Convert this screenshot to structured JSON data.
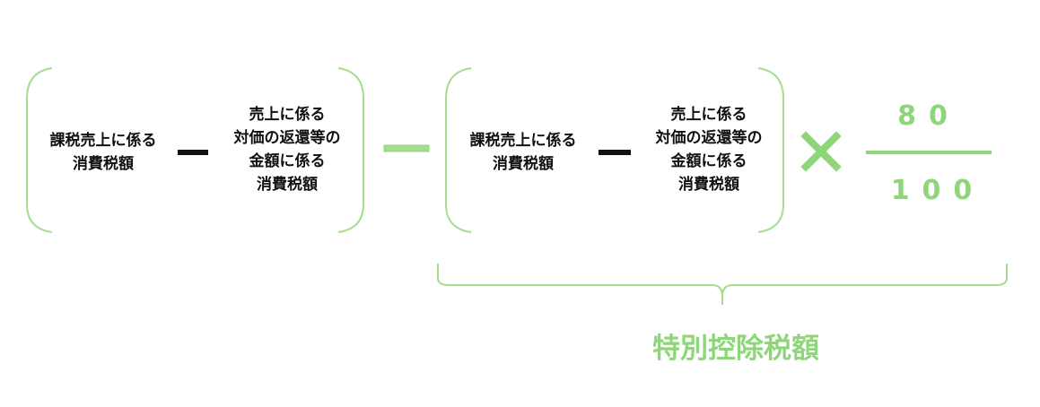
{
  "group1": {
    "left_text": [
      "課税売上に係る",
      "消費税額"
    ],
    "right_text": [
      "売上に係る",
      "対価の返還等の",
      "金額に係る",
      "消費税額"
    ]
  },
  "group2": {
    "left_text": [
      "課税売上に係る",
      "消費税額"
    ],
    "right_text": [
      "売上に係る",
      "対価の返還等の",
      "金額に係る",
      "消費税額"
    ]
  },
  "fraction": {
    "numerator": "80",
    "denominator": "100"
  },
  "brace_label": "特別控除税額",
  "colors": {
    "accent": "#8fd67a",
    "text": "#111111"
  }
}
